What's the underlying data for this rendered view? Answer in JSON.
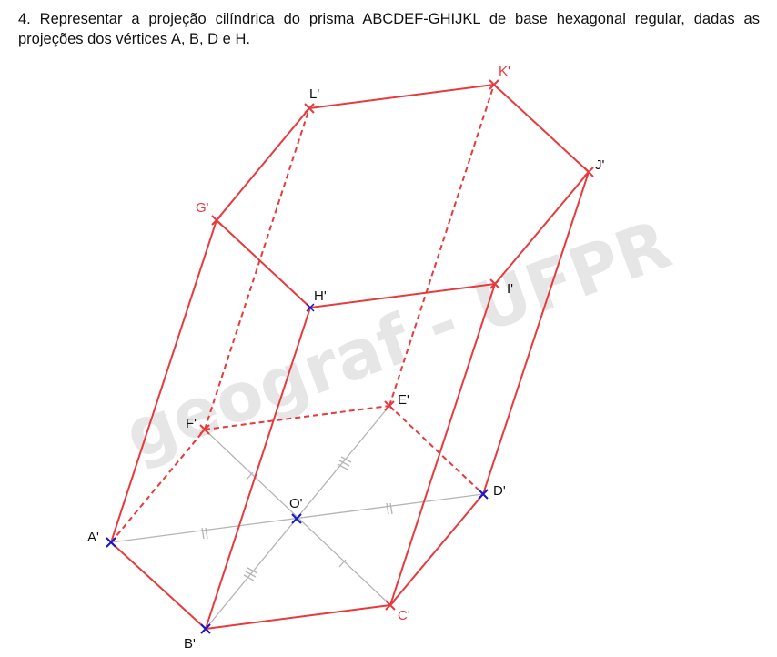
{
  "statement": "4. Representar a projeção cilíndrica do prisma ABCDEF-GHIJKL de base hexagonal regular, dadas as projeções dos vértices A, B, D e H.",
  "watermark": "geograf - UFPR",
  "colors": {
    "edge": "#e8393c",
    "given": "#1515d0",
    "construction": "#b4b4b4",
    "text": "#111111",
    "watermark": "#e6e6e6"
  },
  "points": {
    "A": {
      "label": "A'",
      "given": true
    },
    "B": {
      "label": "B'",
      "given": true
    },
    "C": {
      "label": "C'",
      "given": false
    },
    "D": {
      "label": "D'",
      "given": true
    },
    "E": {
      "label": "E'",
      "given": false
    },
    "F": {
      "label": "F'",
      "given": false
    },
    "O": {
      "label": "O'",
      "given": true
    },
    "G": {
      "label": "G'",
      "given": false
    },
    "H": {
      "label": "H'",
      "given": true
    },
    "I": {
      "label": "I'",
      "given": false
    },
    "J": {
      "label": "J'",
      "given": false
    },
    "K": {
      "label": "K'",
      "given": false
    },
    "L": {
      "label": "L'",
      "given": false
    }
  }
}
